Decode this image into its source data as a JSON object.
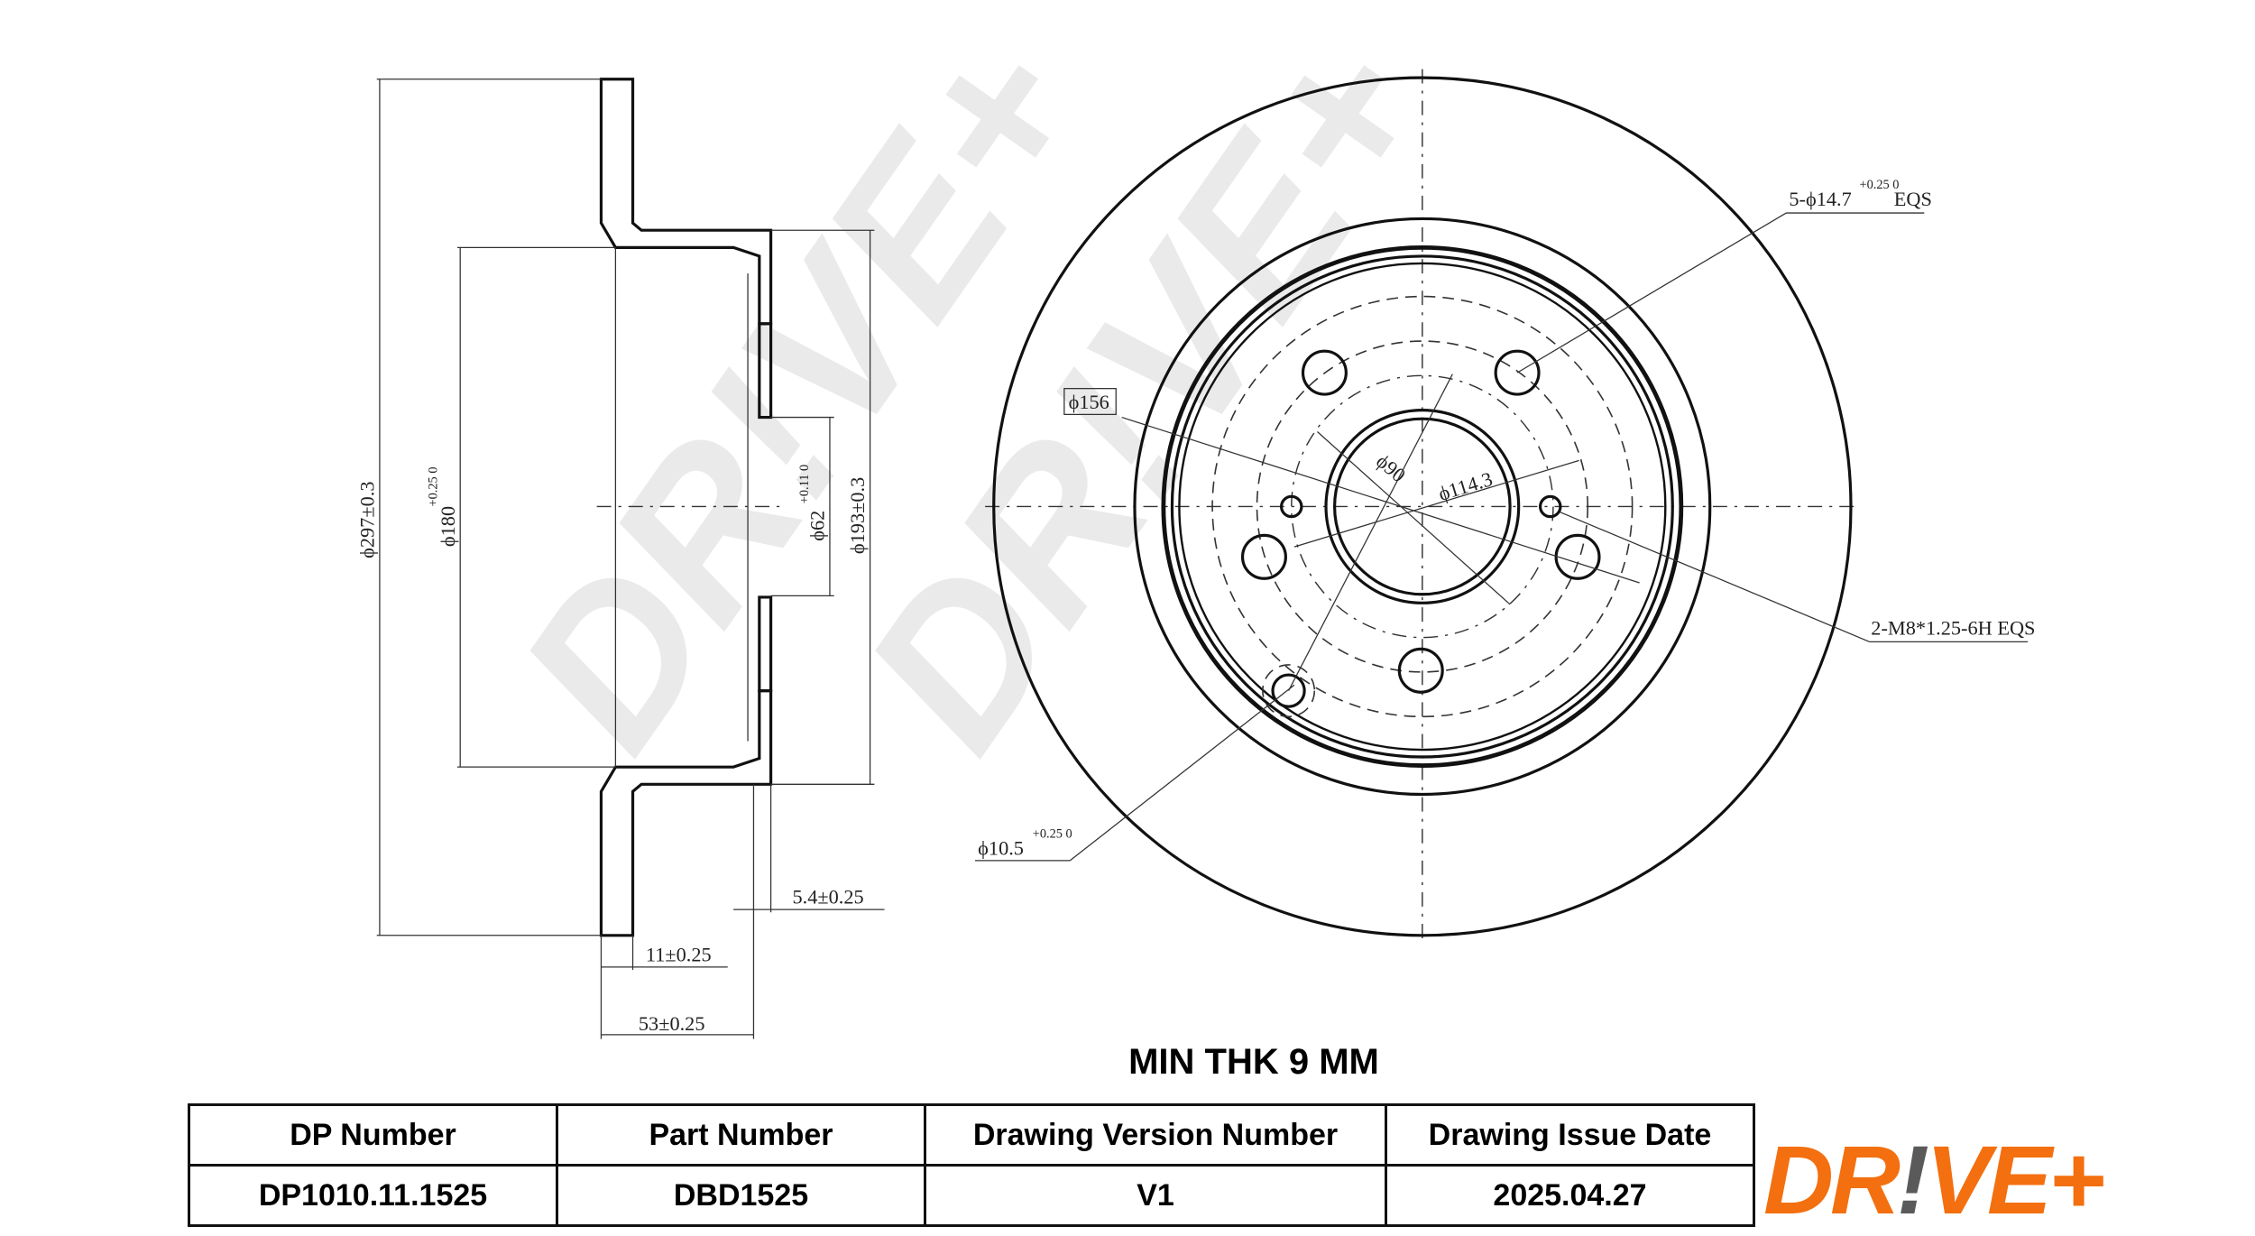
{
  "dimensions": {
    "outer_dia": "ϕ297±0.3",
    "inner_dia": "ϕ180",
    "inner_tol": "+0.25 0",
    "hub_dia": "ϕ62",
    "hub_tol": "+0.11 0",
    "hat_dia": "ϕ193±0.3",
    "hat_thk": "5.4±0.25",
    "disc_thk": "11±0.25",
    "height": "53±0.25",
    "bolt_holes": "5-ϕ14.7",
    "bolt_tol": "+0.25 0",
    "bolt_eqs": "EQS",
    "d156": "ϕ156",
    "d90": "ϕ90",
    "d114": "ϕ114.3",
    "threads": "2-M8*1.25-6H EQS",
    "pin": "ϕ10.5",
    "pin_tol": "+0.25 0"
  },
  "watermark": "DR!VE+",
  "min_thk": "MIN THK 9 MM",
  "table": {
    "headers": [
      "DP Number",
      "Part Number",
      "Drawing Version Number",
      "Drawing Issue Date"
    ],
    "values": [
      "DP1010.11.1525",
      "DBD1525",
      "V1",
      "2025.04.27"
    ]
  },
  "logo": {
    "text1": "DR",
    "text2": "!",
    "text3": "VE+",
    "color": "#f36f0f"
  }
}
